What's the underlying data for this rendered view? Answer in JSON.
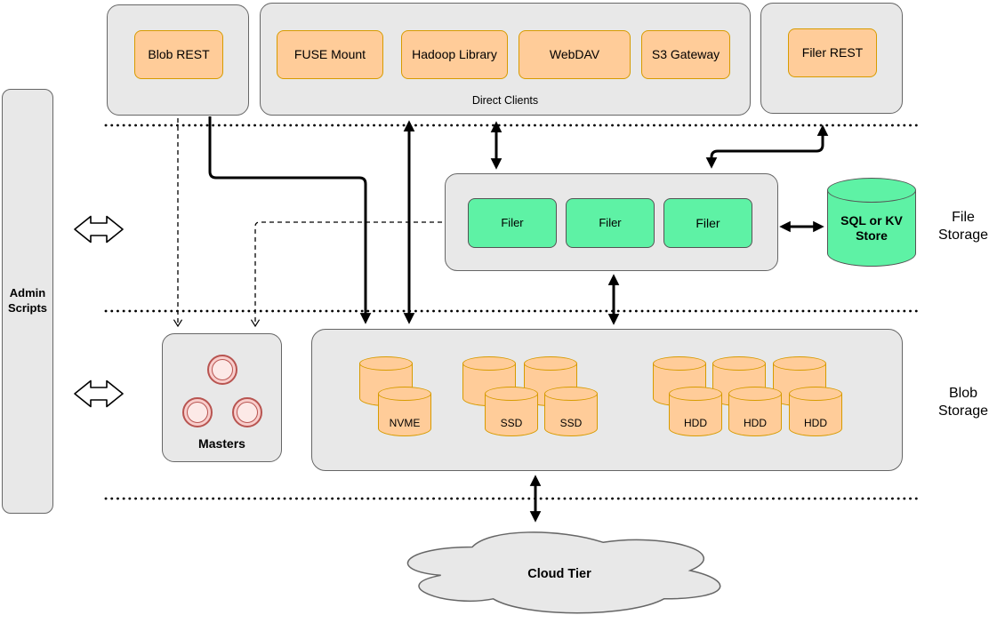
{
  "admin": {
    "label": "Admin Scripts"
  },
  "top": {
    "blob_rest_label": "Blob REST",
    "direct_clients_title": "Direct Clients",
    "clients": [
      "FUSE Mount",
      "Hadoop Library",
      "WebDAV",
      "S3 Gateway"
    ],
    "filer_rest_label": "Filer REST"
  },
  "file_storage": {
    "section_label": "File Storage",
    "filers": [
      "Filer",
      "Filer",
      "Filer"
    ],
    "kv_store_label": "SQL or KV Store"
  },
  "blob_storage": {
    "section_label": "Blob Storage",
    "masters_label": "Masters",
    "disks": [
      "NVME",
      "SSD",
      "SSD",
      "HDD",
      "HDD",
      "HDD"
    ]
  },
  "cloud": {
    "label": "Cloud Tier"
  },
  "colors": {
    "container_fill": "#E8E8E8",
    "container_stroke": "#666666",
    "orange_fill": "#FFCC99",
    "orange_stroke": "#D79B00",
    "green_fill": "#5EF2A5",
    "green_stroke": "#545454",
    "pink_fill": "#F8CECC",
    "pink_stroke": "#B85450",
    "line_color": "#000000"
  }
}
